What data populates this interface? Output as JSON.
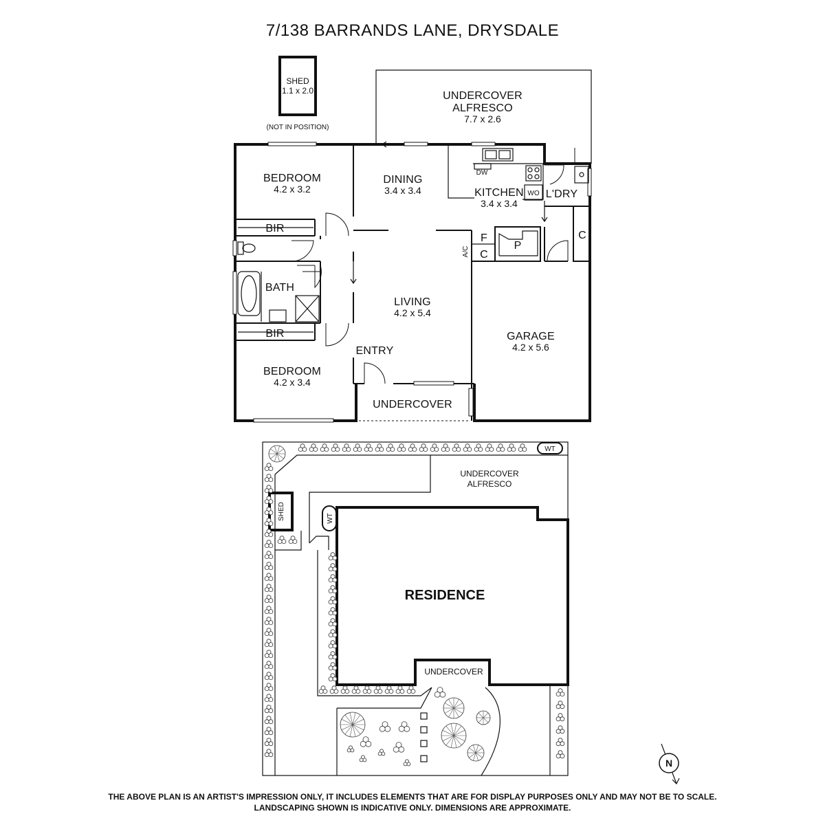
{
  "title": "7/138 BARRANDS LANE, DRYSDALE",
  "shed": {
    "name": "SHED",
    "dims": "1.1 x 2.0",
    "note": "(NOT IN POSITION)"
  },
  "rooms": {
    "alfresco": {
      "name1": "UNDERCOVER",
      "name2": "ALFRESCO",
      "dims": "7.7 x 2.6"
    },
    "bedroom1": {
      "name": "BEDROOM",
      "dims": "4.2 x 3.2"
    },
    "dining": {
      "name": "DINING",
      "dims": "3.4 x 3.4"
    },
    "kitchen": {
      "name": "KITCHEN",
      "dims": "3.4 x 3.4"
    },
    "laundry": {
      "name": "L'DRY"
    },
    "bir1": {
      "name": "BIR"
    },
    "bath": {
      "name": "BATH"
    },
    "bir2": {
      "name": "BIR"
    },
    "living": {
      "name": "LIVING",
      "dims": "4.2 x 5.4"
    },
    "garage": {
      "name": "GARAGE",
      "dims": "4.2 x 5.6"
    },
    "entry": {
      "name": "ENTRY"
    },
    "bedroom2": {
      "name": "BEDROOM",
      "dims": "4.2 x 3.4"
    },
    "undercover": {
      "name": "UNDERCOVER"
    }
  },
  "fixtures": {
    "dw": "DW",
    "wo": "WO",
    "fridge": "F",
    "pantry": "P",
    "cupboard": "C",
    "aircon": "A/C"
  },
  "site": {
    "alfresco1": "UNDERCOVER",
    "alfresco2": "ALFRESCO",
    "residence": "RESIDENCE",
    "undercover": "UNDERCOVER",
    "shed": "SHED",
    "wt": "WT"
  },
  "north": "N",
  "disclaimer": {
    "line1": "THE ABOVE PLAN IS AN ARTIST'S IMPRESSION ONLY, IT INCLUDES ELEMENTS THAT ARE FOR DISPLAY PURPOSES ONLY AND MAY NOT BE TO SCALE.",
    "line2": "LANDSCAPING SHOWN IS INDICATIVE ONLY. DIMENSIONS ARE APPROXIMATE."
  }
}
